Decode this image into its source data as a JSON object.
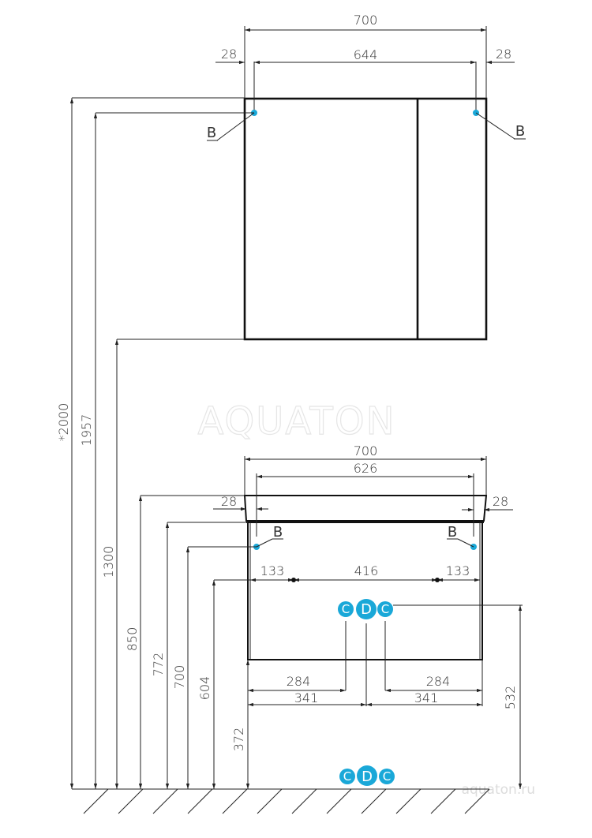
{
  "watermark": {
    "logo": "AQUATON",
    "url": "aquaton.ru"
  },
  "colors": {
    "accent": "#1aa8d8",
    "line": "#222222",
    "text": "#333333"
  },
  "mirror_cabinet": {
    "overall_width": "700",
    "inner_width": "644",
    "left_offset": "28",
    "right_offset": "28",
    "marker_left": "B",
    "marker_right": "B"
  },
  "vanity": {
    "overall_width": "700",
    "inner_width": "626",
    "left_offset": "28",
    "right_offset": "28",
    "marker_left": "B",
    "marker_right": "B",
    "hole_left": "133",
    "hole_spacing": "416",
    "hole_right": "133",
    "pipe_left_284": "284",
    "pipe_right_284": "284",
    "center_left_341": "341",
    "center_right_341": "341",
    "pipe_height": "532"
  },
  "vertical_dimensions": {
    "total_height": "*2000",
    "mirror_top": "1957",
    "mirror_bottom": "1300",
    "vanity_top": "850",
    "vanity_body_top": "772",
    "fixing_point": "700",
    "holes_height": "604",
    "vanity_bottom": "372"
  },
  "connections": {
    "upper": [
      "C",
      "D",
      "C"
    ],
    "floor": [
      "C",
      "D",
      "C"
    ]
  }
}
